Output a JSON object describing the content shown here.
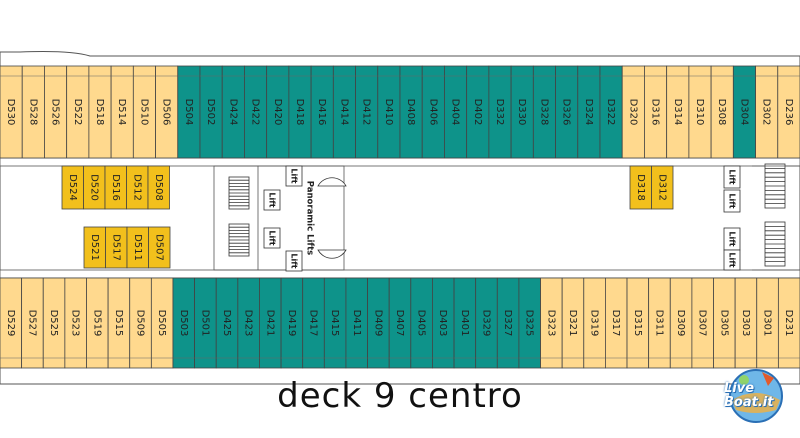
{
  "title": "deck 9 centro",
  "colors": {
    "outside": "#FFD98E",
    "inside": "#F2C01C",
    "teal": "#0E938A",
    "corridor": "#FFFFFF",
    "deck": "#FFFFFF",
    "outline": "#555555"
  },
  "top_outside": [
    "D530",
    "D528",
    "D526",
    "D522",
    "D518",
    "D514",
    "D510",
    "D506",
    "D504",
    "D502",
    "D424",
    "D422",
    "D420",
    "D418",
    "D416",
    "D414",
    "D412",
    "D410",
    "D408",
    "D406",
    "D404",
    "D402",
    "D332",
    "D330",
    "D328",
    "D326",
    "D324",
    "D322",
    "D320",
    "D316",
    "D314",
    "D310",
    "D308",
    "D304",
    "D302",
    "D236"
  ],
  "bottom_outside": [
    "D529",
    "D527",
    "D525",
    "D523",
    "D519",
    "D515",
    "D509",
    "D505",
    "D503",
    "D501",
    "D425",
    "D423",
    "D421",
    "D419",
    "D417",
    "D415",
    "D411",
    "D409",
    "D407",
    "D405",
    "D403",
    "D401",
    "D329",
    "D327",
    "D325",
    "D323",
    "D321",
    "D319",
    "D317",
    "D315",
    "D311",
    "D309",
    "D307",
    "D305",
    "D303",
    "D301",
    "D231"
  ],
  "inside_upper_left": [
    "D524",
    "D520",
    "D516",
    "D512",
    "D508"
  ],
  "inside_lower_left": [
    "D521",
    "D517",
    "D511",
    "D507"
  ],
  "inside_upper_right": [
    "D318",
    "D312"
  ],
  "lift_label": "Lift",
  "panoramic_label": "Panoramic Lifts",
  "logo": {
    "line1": "Live",
    "line2": "Boat.it"
  }
}
